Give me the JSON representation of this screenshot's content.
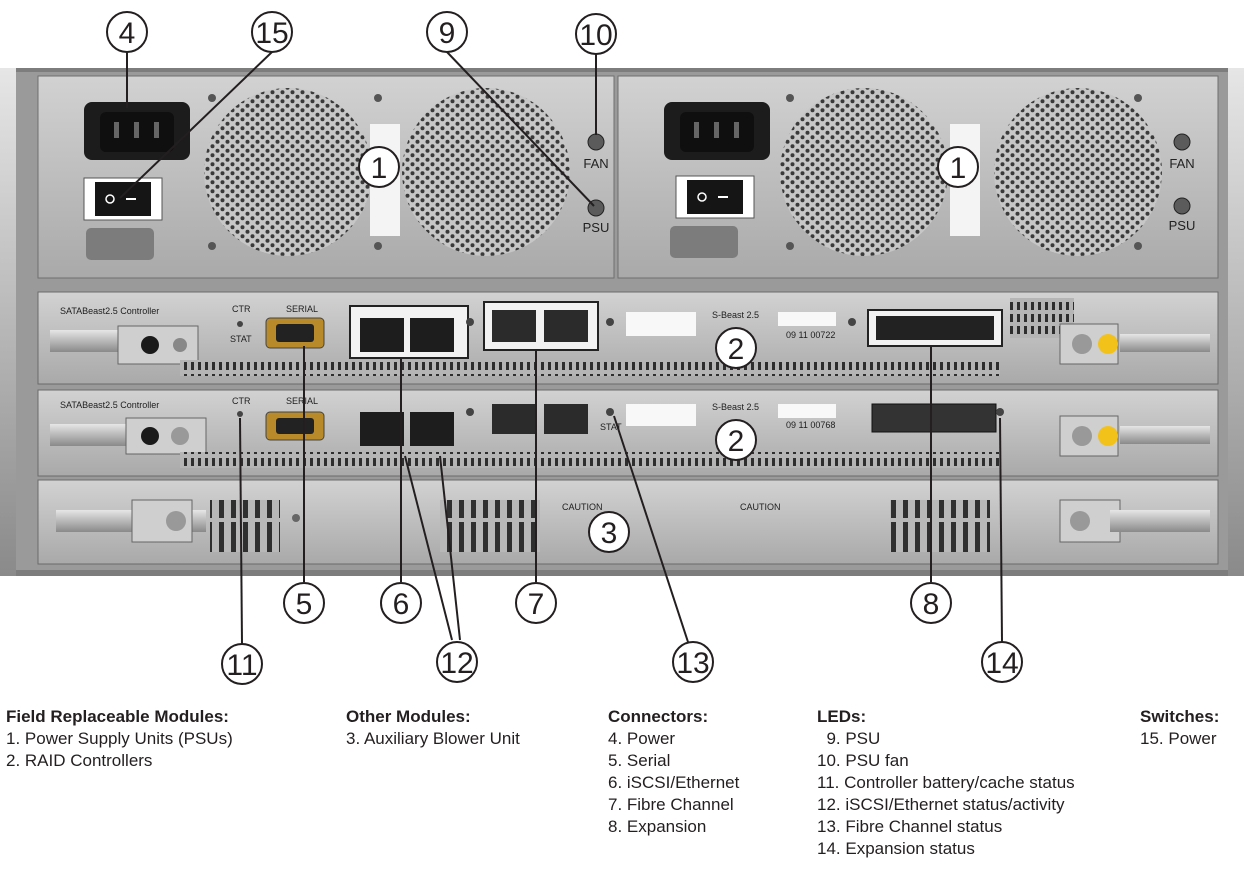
{
  "hardware_labels": {
    "fan": "FAN",
    "psu": "PSU",
    "controller_name": "SATABeast2.5 Controller",
    "serial": "SERIAL",
    "ctr": "CTR",
    "stat": "STAT",
    "sbeast": "S-Beast 2.5",
    "caution": "CAUTION",
    "controller_1_code": "09 11 00722",
    "controller_2_code": "09 11 00768"
  },
  "callouts": [
    {
      "id": "c4",
      "number": "4"
    },
    {
      "id": "c15",
      "number": "15"
    },
    {
      "id": "c9",
      "number": "9"
    },
    {
      "id": "c10",
      "number": "10"
    },
    {
      "id": "c1a",
      "number": "1"
    },
    {
      "id": "c1b",
      "number": "1"
    },
    {
      "id": "c2a",
      "number": "2"
    },
    {
      "id": "c2b",
      "number": "2"
    },
    {
      "id": "c3",
      "number": "3"
    },
    {
      "id": "c5",
      "number": "5"
    },
    {
      "id": "c6",
      "number": "6"
    },
    {
      "id": "c7",
      "number": "7"
    },
    {
      "id": "c8",
      "number": "8"
    },
    {
      "id": "c11",
      "number": "11"
    },
    {
      "id": "c12",
      "number": "12"
    },
    {
      "id": "c13",
      "number": "13"
    },
    {
      "id": "c14",
      "number": "14"
    }
  ],
  "legend": {
    "field_replaceable": {
      "heading": "Field Replaceable Modules:",
      "items": [
        "1. Power Supply Units (PSUs)",
        "2. RAID Controllers"
      ]
    },
    "other_modules": {
      "heading": "Other Modules:",
      "items": [
        "3. Auxiliary Blower Unit"
      ]
    },
    "connectors": {
      "heading": "Connectors:",
      "items": [
        "4. Power",
        "5. Serial",
        "6. iSCSI/Ethernet",
        "7. Fibre Channel",
        "8. Expansion"
      ]
    },
    "leds": {
      "heading": "LEDs:",
      "items": [
        "  9. PSU",
        "10. PSU fan",
        "11. Controller battery/cache status",
        "12. iSCSI/Ethernet status/activity",
        "13. Fibre Channel status",
        "14. Expansion status"
      ]
    },
    "switches": {
      "heading": "Switches:",
      "items": [
        "15. Power"
      ]
    }
  },
  "colors": {
    "chassis": "#8e8e8e",
    "panel": "#b9b9b9",
    "dark": "#2a2a2a",
    "callout_stroke": "#231f20",
    "battery_yellow": "#f2c21a"
  }
}
